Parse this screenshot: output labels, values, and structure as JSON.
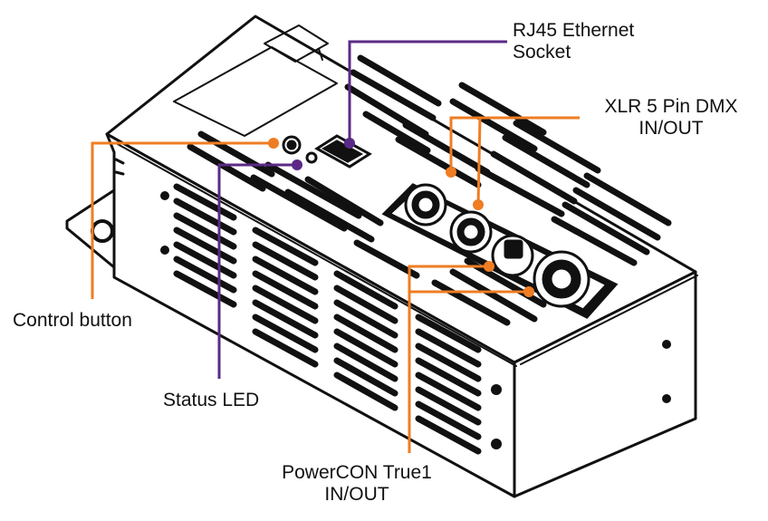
{
  "colors": {
    "background": "#ffffff",
    "outline": "#111111",
    "orange_leader": "#ef7d22",
    "purple_leader": "#5b2a86"
  },
  "labels": {
    "rj45": {
      "line1": "RJ45 Ethernet",
      "line2": "Socket",
      "color": "#5b2a86"
    },
    "xlr": {
      "line1": "XLR 5 Pin DMX",
      "line2": "IN/OUT",
      "color": "#ef7d22"
    },
    "control": {
      "text": "Control button",
      "color": "#ef7d22"
    },
    "status": {
      "text": "Status LED",
      "color": "#5b2a86"
    },
    "powercon": {
      "line1": "PowerCON True1",
      "line2": "IN/OUT",
      "color": "#ef7d22"
    }
  }
}
